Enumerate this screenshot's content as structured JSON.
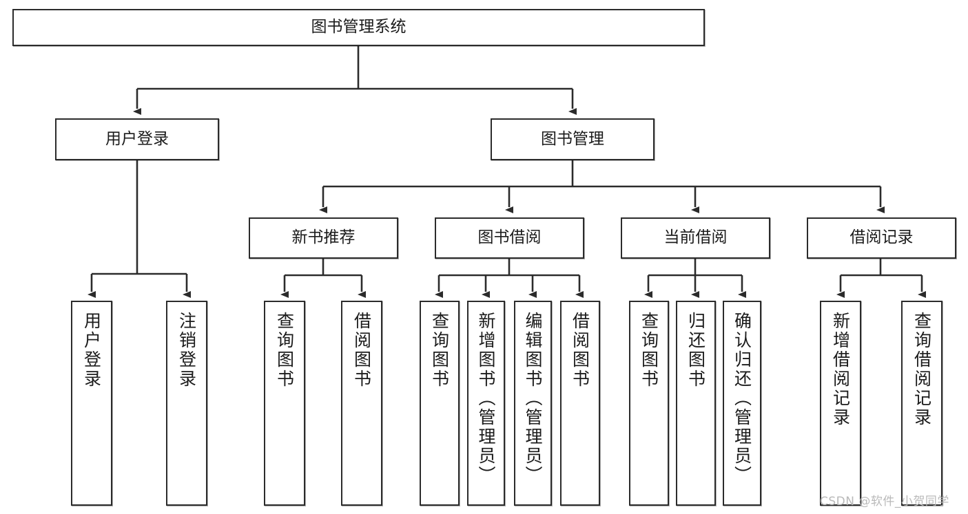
{
  "diagram": {
    "type": "tree-flowchart",
    "orientation": "top-down",
    "root_label": "图书管理系统",
    "colors": {
      "node_border": "#2b2b2b",
      "node_fill": "#ffffff",
      "connector": "#2b2b2b",
      "text": "#1b1b1b",
      "watermark": "#b9b9b9",
      "background": "#ffffff"
    },
    "nodes": {
      "root": {
        "label": "图书管理系统"
      },
      "level2": [
        {
          "id": "user-login",
          "label": "用户登录"
        },
        {
          "id": "book-management",
          "label": "图书管理"
        }
      ],
      "level3": [
        {
          "id": "new-book-recommend",
          "label": "新书推荐"
        },
        {
          "id": "book-borrow",
          "label": "图书借阅"
        },
        {
          "id": "current-borrow",
          "label": "当前借阅"
        },
        {
          "id": "borrow-record",
          "label": "借阅记录"
        }
      ],
      "leaves": [
        {
          "id": "leaf-user-login",
          "label": "用户登录",
          "parent": "user-login"
        },
        {
          "id": "leaf-logout-login",
          "label": "注销登录",
          "parent": "user-login"
        },
        {
          "id": "leaf-query-book-1",
          "label": "查询图书",
          "parent": "new-book-recommend"
        },
        {
          "id": "leaf-borrow-book-1",
          "label": "借阅图书",
          "parent": "new-book-recommend"
        },
        {
          "id": "leaf-query-book-2",
          "label": "查询图书",
          "parent": "book-borrow"
        },
        {
          "id": "leaf-add-book-admin",
          "label": "新增图书（管理员）",
          "parent": "book-borrow"
        },
        {
          "id": "leaf-edit-book-admin",
          "label": "编辑图书（管理员）",
          "parent": "book-borrow"
        },
        {
          "id": "leaf-borrow-book-2",
          "label": "借阅图书",
          "parent": "book-borrow"
        },
        {
          "id": "leaf-query-book-3",
          "label": "查询图书",
          "parent": "current-borrow"
        },
        {
          "id": "leaf-return-book",
          "label": "归还图书",
          "parent": "current-borrow"
        },
        {
          "id": "leaf-confirm-return-admin",
          "label": "确认归还（管理员）",
          "parent": "current-borrow"
        },
        {
          "id": "leaf-add-borrow-record",
          "label": "新增借阅记录",
          "parent": "borrow-record"
        },
        {
          "id": "leaf-query-borrow-record",
          "label": "查询借阅记录",
          "parent": "borrow-record"
        }
      ]
    }
  },
  "watermark": {
    "text": "CSDN @软件_小贺同学"
  }
}
